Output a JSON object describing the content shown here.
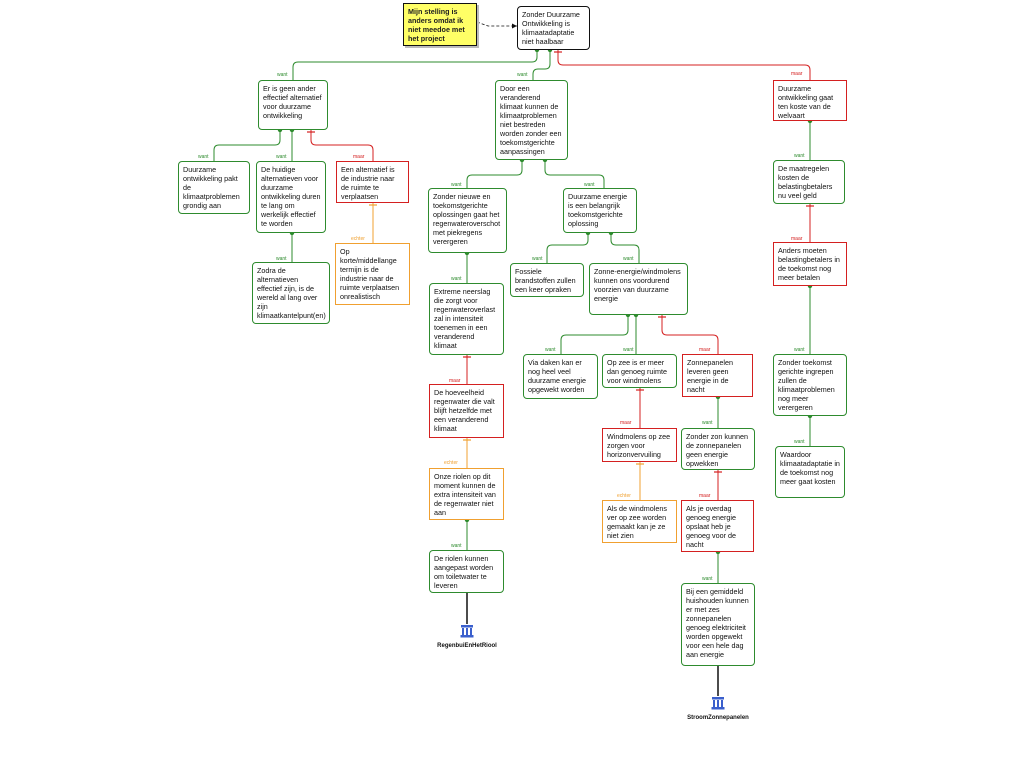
{
  "nodes": {
    "note": "Mijn stelling is anders omdat ik niet meedoe met het project",
    "root": "Zonder Duurzame Ontwikkeling is klimaatadaptatie niet haalbaar",
    "n1": "Er is geen ander effectief alternatief voor duurzame ontwikkeling",
    "n2": "Door een veranderend klimaat kunnen de klimaatproblemen niet bestreden worden zonder een toekomstgerichte aanpassingen",
    "n3": "Duurzame ontwikkeling gaat ten koste van de welvaart",
    "n4": "Duurzame ontwikkeling pakt de klimaatproblemen grondig aan",
    "n5": "De huidige alternatieven voor duurzame ontwikkeling duren te lang om werkelijk effectief te worden",
    "n6": "Een alternatief is de industrie naar de ruimte te verplaatsen",
    "n7": "Zodra de alternatieven effectief zijn, is de wereld al lang over zijn klimaatkantelpunt(en)",
    "n8": "Op korte/middellange termijn is de industrie naar de ruimte verplaatsen onrealistisch",
    "n9": "Zonder nieuwe en toekomstgerichte oplossingen gaat het regenwateroverschot met piekregens verergeren",
    "n10": "Duurzame energie is een belangrijk toekomstgerichte oplossing",
    "n11": "Extreme neerslag die zorgt voor regenwateroverlast zal in intensiteit toenemen in een veranderend klimaat",
    "n12": "De hoeveelheid regenwater die valt blijft hetzelfde met een veranderend klimaat",
    "n13": "Onze riolen op dit moment kunnen de extra intensiteit van de regenwater niet aan",
    "n14": "De riolen kunnen aangepast worden om toiletwater te leveren",
    "n15": "Fossiele brandstoffen zullen een keer opraken",
    "n16": "Zonne-energie/windmolens kunnen ons voordurend voorzien van duurzame energie",
    "n17": "Via daken kan er nog heel veel duurzame energie opgewekt worden",
    "n18": "Op zee is er meer dan genoeg ruimte voor windmolens",
    "n19": "Zonnepanelen leveren geen energie in de nacht",
    "n20": "Windmolens op zee zorgen voor horizonvervuiling",
    "n21": "Als de windmolens ver op zee worden gemaakt kan je ze niet zien",
    "n22": "Zonder zon kunnen de zonnepanelen geen energie opwekken",
    "n23": "Als je overdag genoeg energie opslaat heb je genoeg voor de nacht",
    "n24": "Bij een gemiddeld huishouden kunnen er met zes zonnepanelen genoeg elektriciteit worden opgewekt voor een hele dag aan energie",
    "n25": "De maatregelen kosten de belastingbetalers nu veel geld",
    "n26": "Anders moeten belastingbetalers in de toekomst nog meer betalen",
    "n27": "Zonder toekomst gerichte ingrepen zullen de klimaatproblemen nog meer verergeren",
    "n28": "Waardoor klimaatadaptatie in de toekomst nog meer gaat kosten"
  },
  "labels": {
    "want": "want",
    "maar": "maar",
    "echter": "echter"
  },
  "sources": {
    "s1": "RegenbuiEnHetRiool",
    "s2": "StroomZonnepanelen"
  },
  "colors": {
    "want": "#2e8b2e",
    "maar": "#d42020",
    "echter": "#f0a030",
    "note_bg": "#ffff66"
  }
}
